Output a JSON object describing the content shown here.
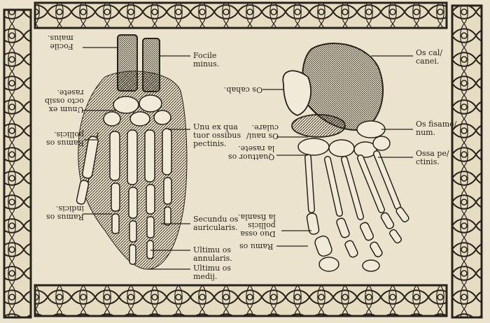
{
  "labels": {
    "left_top_flipped": [
      "Focile",
      "maius."
    ],
    "focile_minus": [
      "Focile",
      "minus."
    ],
    "unum_ex_octo": [
      "Unum ex",
      "octo ossib",
      "rasete."
    ],
    "ramus_pollicis": [
      "Ramus os",
      "pollicis."
    ],
    "unu_ex_quattuor": [
      "Unu ex qua",
      "tuor ossibus",
      "pectinis."
    ],
    "ramus_indicis": [
      "Ramus os",
      "indicis."
    ],
    "secundum_auricularis": [
      "Secundu os",
      "auricularis."
    ],
    "ultimum_annularis": [
      "Ultimu os",
      "annularis."
    ],
    "ultimum_medij": [
      "Ultimu os",
      "medij."
    ],
    "os_calcanei": [
      "Os cal/",
      "canei."
    ],
    "os_cahab": [
      "Os cahab."
    ],
    "os_nauicularis": [
      "Os naui/",
      "culare."
    ],
    "os_fisamanum": [
      "Os fisame/",
      "num."
    ],
    "quattuor_rasete": [
      "Quattuor os",
      "la rasete."
    ],
    "ossa_pectinis": [
      "Ossa pe/",
      "ctinis."
    ],
    "duo_ossa": [
      "Duo ossa",
      "pollicis",
      "la fisanla."
    ],
    "ramus_os": [
      "Ramu os"
    ]
  }
}
